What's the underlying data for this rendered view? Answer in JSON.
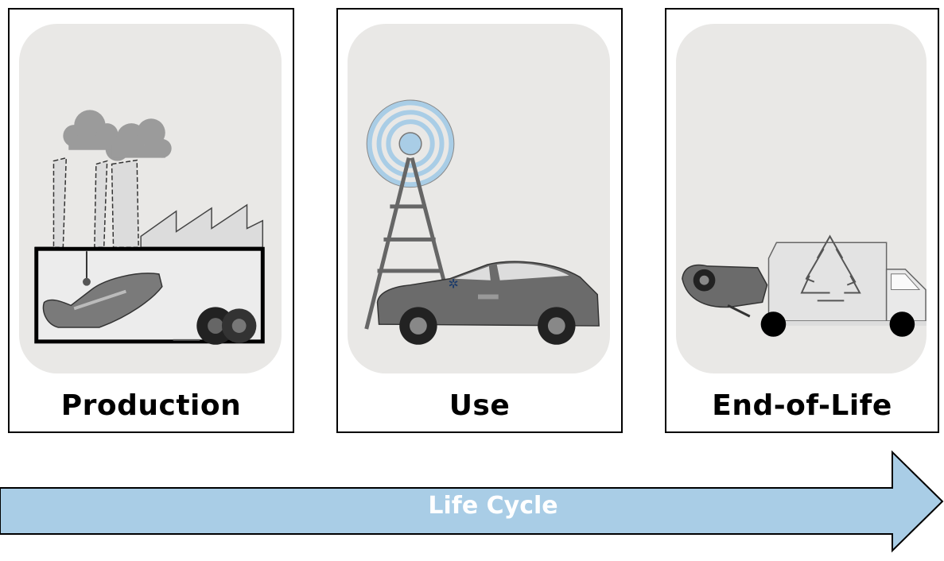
{
  "stages": [
    {
      "label": "Production",
      "illustration": "factory-with-car-assembly-icon"
    },
    {
      "label": "Use",
      "illustration": "car-with-radio-tower-icon"
    },
    {
      "label": "End-of-Life",
      "illustration": "car-towed-by-recycling-truck-icon"
    }
  ],
  "timeline": {
    "label": "Life Cycle"
  },
  "colors": {
    "card_fill": "#e9e8e6",
    "arrow_fill": "#a9cde6",
    "car_gray": "#6b6b6b",
    "signal_blue": "#a9cde6",
    "smoke_gray": "#9b9b9b"
  }
}
